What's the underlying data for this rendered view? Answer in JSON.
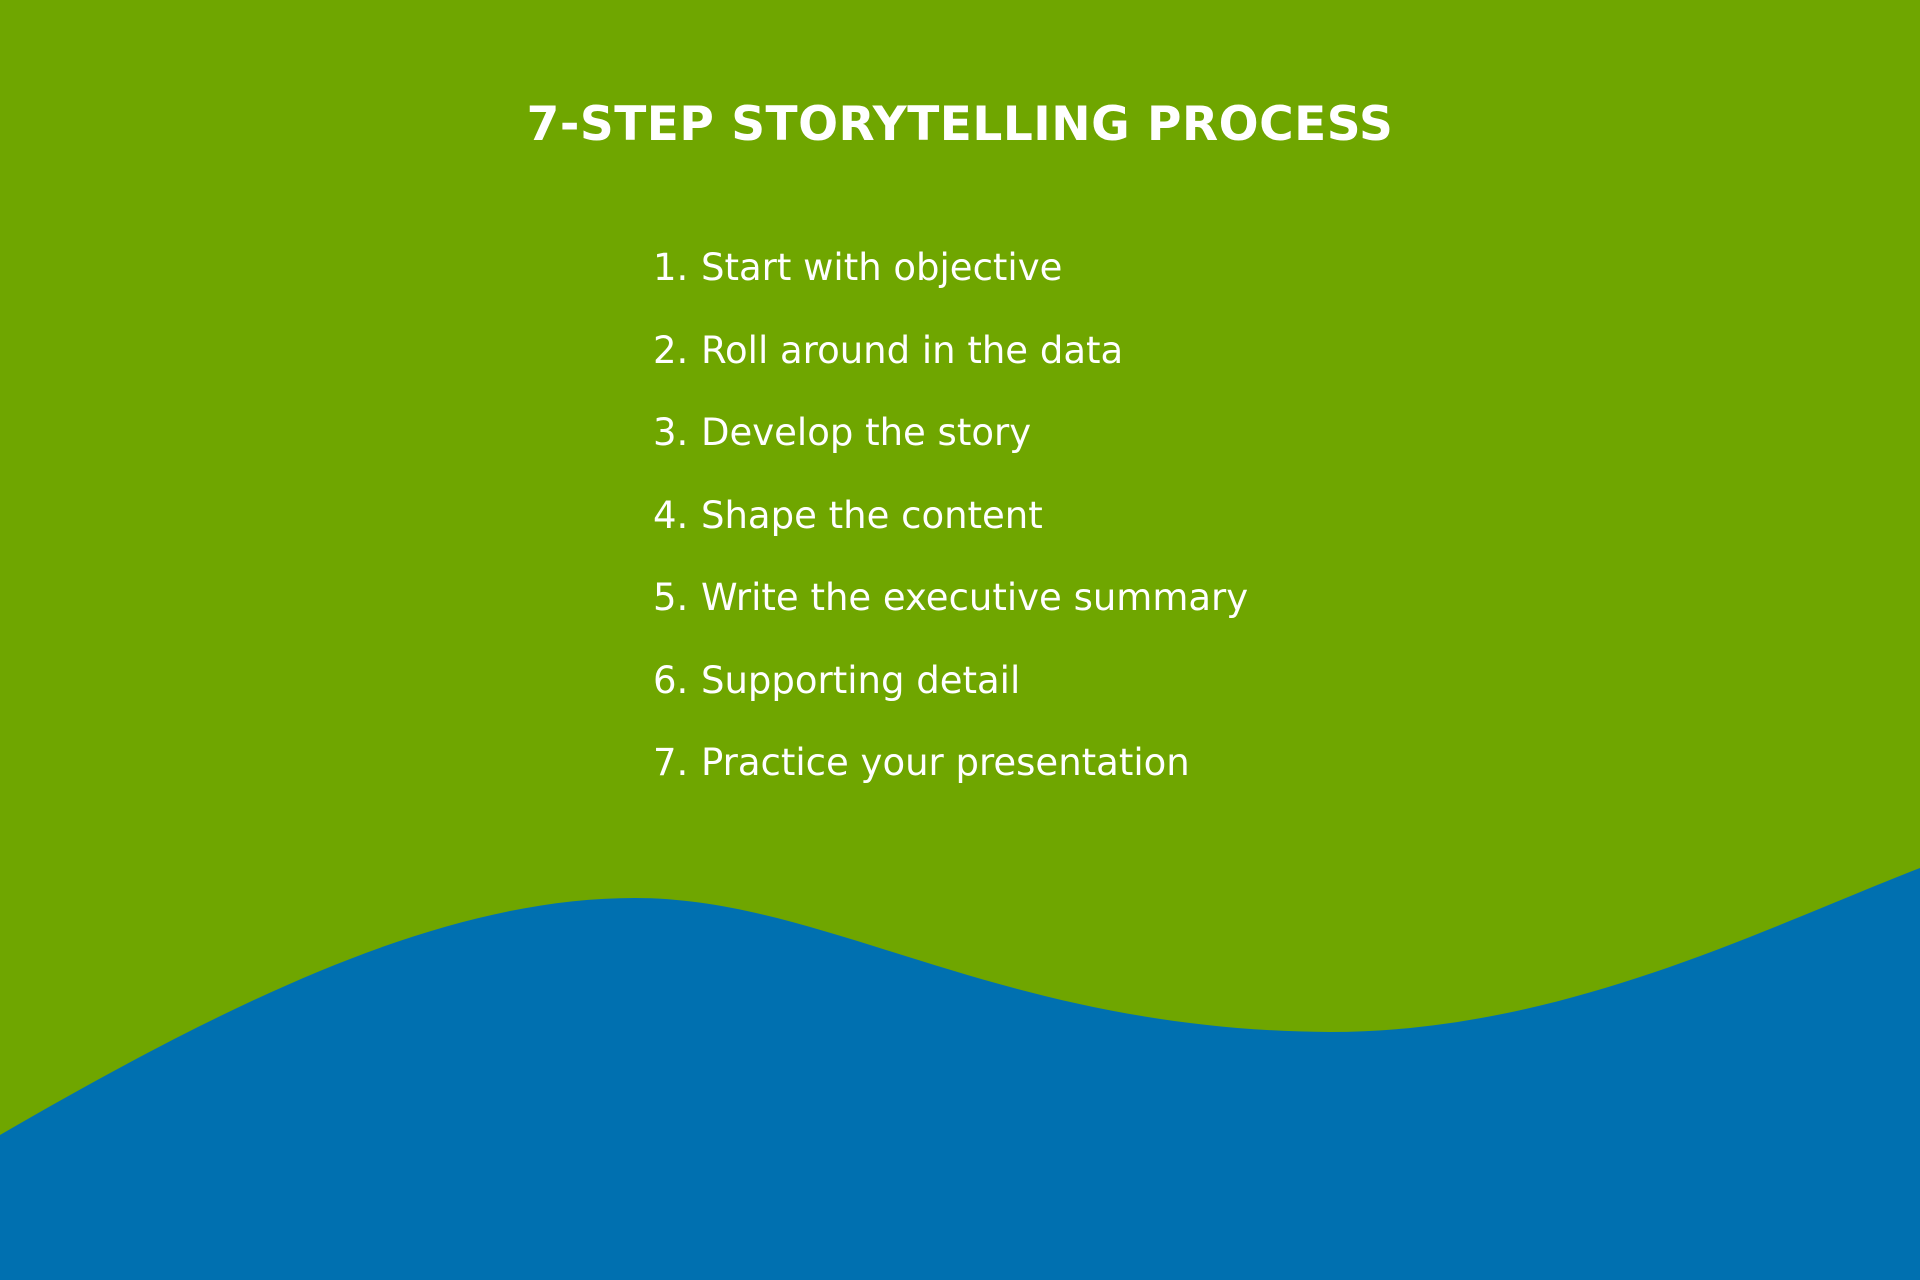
{
  "title": "7-STEP STORYTELLING PROCESS",
  "steps": [
    {
      "number": "1.",
      "text": "Start with objective"
    },
    {
      "number": "2.",
      "text": "Roll around in the data"
    },
    {
      "number": "3.",
      "text": "Develop the story"
    },
    {
      "number": "4.",
      "text": "Shape the content"
    },
    {
      "number": "5.",
      "text": "Write the executive summary"
    },
    {
      "number": "6.",
      "text": "Supporting detail"
    },
    {
      "number": "7.",
      "text": "Practice your presentation"
    }
  ],
  "colors": {
    "background_green": "#6fa600",
    "wave_blue": "#0070b0",
    "text": "#ffffff"
  }
}
